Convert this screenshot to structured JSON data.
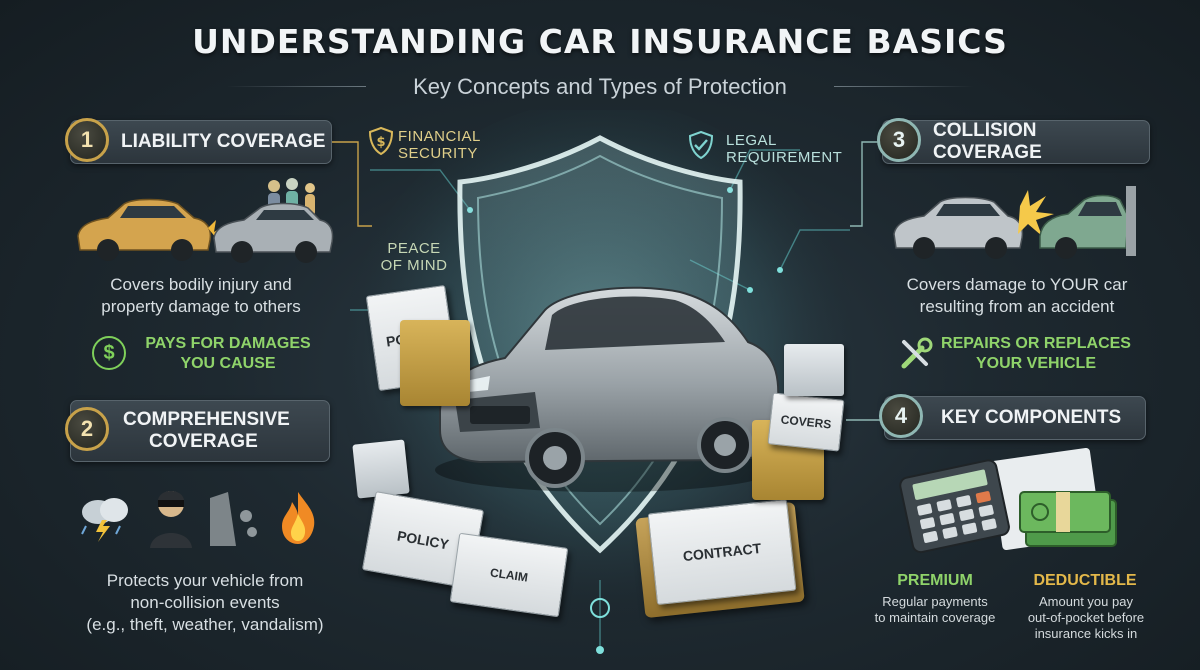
{
  "header": {
    "title": "UNDERSTANDING CAR INSURANCE BASICS",
    "subtitle": "Key Concepts and Types of Protection"
  },
  "sections": {
    "liability": {
      "number": "1",
      "title": "LIABILITY COVERAGE",
      "description_line1": "Covers bodily injury and",
      "description_line2": "property damage to others",
      "cta_line1": "PAYS FOR DAMAGES",
      "cta_line2": "YOU CAUSE",
      "cta_icon": "$"
    },
    "comprehensive": {
      "number": "2",
      "title_line1": "COMPREHENSIVE",
      "title_line2": "COVERAGE",
      "description_line1": "Protects your vehicle from",
      "description_line2": "non-collision events",
      "description_line3": "(e.g., theft, weather, vandalism)"
    },
    "collision": {
      "number": "3",
      "title": "COLLISION COVERAGE",
      "description_line1": "Covers damage to YOUR car",
      "description_line2": "resulting from an accident",
      "cta_line1": "REPAIRS OR REPLACES",
      "cta_line2": "YOUR VEHICLE"
    },
    "key_components": {
      "number": "4",
      "title": "KEY COMPONENTS",
      "premium": {
        "label": "PREMIUM",
        "desc_line1": "Regular payments",
        "desc_line2": "to maintain coverage"
      },
      "deductible": {
        "label": "DEDUCTIBLE",
        "desc_line1": "Amount you pay",
        "desc_line2": "out-of-pocket before",
        "desc_line3": "insurance kicks in"
      }
    }
  },
  "center": {
    "financial_security_line1": "FINANCIAL",
    "financial_security_line2": "SECURITY",
    "legal_requirement_line1": "LEGAL",
    "legal_requirement_line2": "REQUIREMENT",
    "peace_of_mind_line1": "PEACE",
    "peace_of_mind_line2": "OF MIND",
    "doc_policy_top": "POLICY",
    "doc_policy_bottom": "POLICY",
    "doc_claim": "CLAIM",
    "doc_contract": "CONTRACT",
    "doc_covers": "COVERS"
  },
  "colors": {
    "accent_gold": "#c8a24a",
    "accent_green": "#8fd36a",
    "accent_teal": "#8fb7b3",
    "background": "#1e2930"
  },
  "icons": {
    "financial_security": "shield-dollar-icon",
    "legal_requirement": "shield-check-icon",
    "pays_damages": "dollar-coin-icon",
    "repairs": "wrench-screwdriver-icon",
    "comprehensive_events": [
      "storm-cloud-icon",
      "thief-icon",
      "falling-rock-icon",
      "fire-icon"
    ]
  }
}
